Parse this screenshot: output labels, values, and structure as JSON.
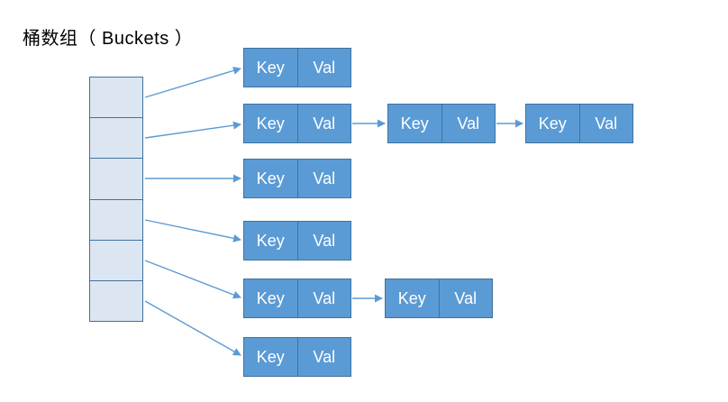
{
  "title": "桶数组（ Buckets ）",
  "node_labels": {
    "key": "Key",
    "val": "Val"
  },
  "bucket_array": {
    "cell_count": 6
  },
  "structure": {
    "description": "hash table bucket array with chained key-value nodes",
    "rows": [
      {
        "bucket_index": 1,
        "chain_length": 1
      },
      {
        "bucket_index": 2,
        "chain_length": 3
      },
      {
        "bucket_index": 3,
        "chain_length": 1
      },
      {
        "bucket_index": 4,
        "chain_length": 1
      },
      {
        "bucket_index": 5,
        "chain_length": 2
      },
      {
        "bucket_index": 6,
        "chain_length": 1
      }
    ]
  },
  "colors": {
    "node_fill": "#5b9bd5",
    "node_border": "#41719c",
    "bucket_fill": "#dce6f2",
    "bucket_border": "#41719c",
    "arrow": "#5b9bd5",
    "node_text": "#ffffff",
    "title_text": "#000000",
    "background": "#ffffff"
  }
}
